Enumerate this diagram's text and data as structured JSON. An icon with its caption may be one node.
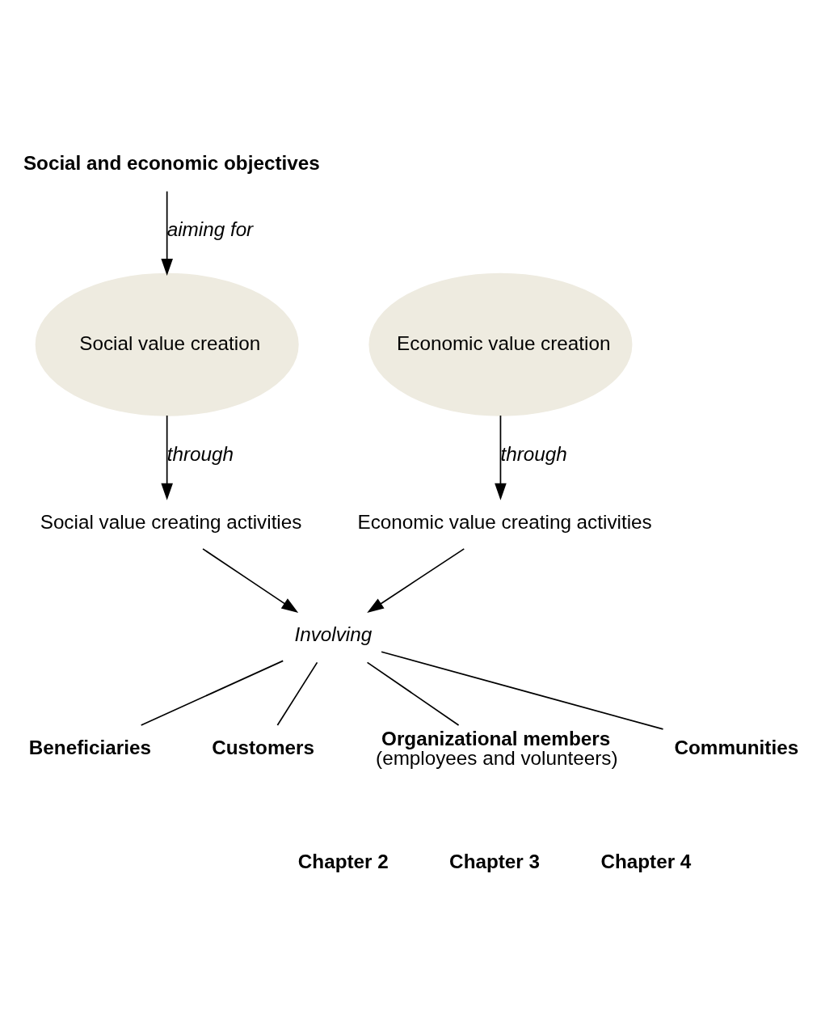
{
  "diagram": {
    "nodes": [
      {
        "text": [
          "Social and economic objectives"
        ]
      },
      {
        "text": [
          "Social value creation"
        ]
      },
      {
        "text": [
          "Economic value creation"
        ]
      },
      {
        "text": [
          "Social value creating activities"
        ]
      },
      {
        "text": [
          "Economic value creating activities"
        ]
      },
      {
        "text": [
          "Involving"
        ]
      },
      {
        "text": [
          "Beneficiaries"
        ]
      },
      {
        "text": [
          "Customers"
        ]
      },
      {
        "text": [
          "Organizational members",
          "(employees and volunteers)"
        ]
      },
      {
        "text": [
          "Communities"
        ]
      }
    ],
    "edges": [
      {
        "from": 0,
        "to": 1,
        "label": "aiming for",
        "arrow": "to"
      },
      {
        "from": 1,
        "to": 3,
        "label": "through",
        "arrow": "to"
      },
      {
        "from": 2,
        "to": 4,
        "label": "through",
        "arrow": "to"
      },
      {
        "from": 3,
        "to": 5,
        "arrow": "to"
      },
      {
        "from": 4,
        "to": 5,
        "arrow": "to"
      },
      {
        "from": 5,
        "to": 6,
        "arrow": "none"
      },
      {
        "from": 5,
        "to": 7,
        "arrow": "none"
      },
      {
        "from": 5,
        "to": 8,
        "arrow": "none"
      },
      {
        "from": 5,
        "to": 9,
        "arrow": "none"
      }
    ],
    "labels": [
      "Chapter 2",
      "Chapter 3",
      "Chapter 4"
    ]
  }
}
